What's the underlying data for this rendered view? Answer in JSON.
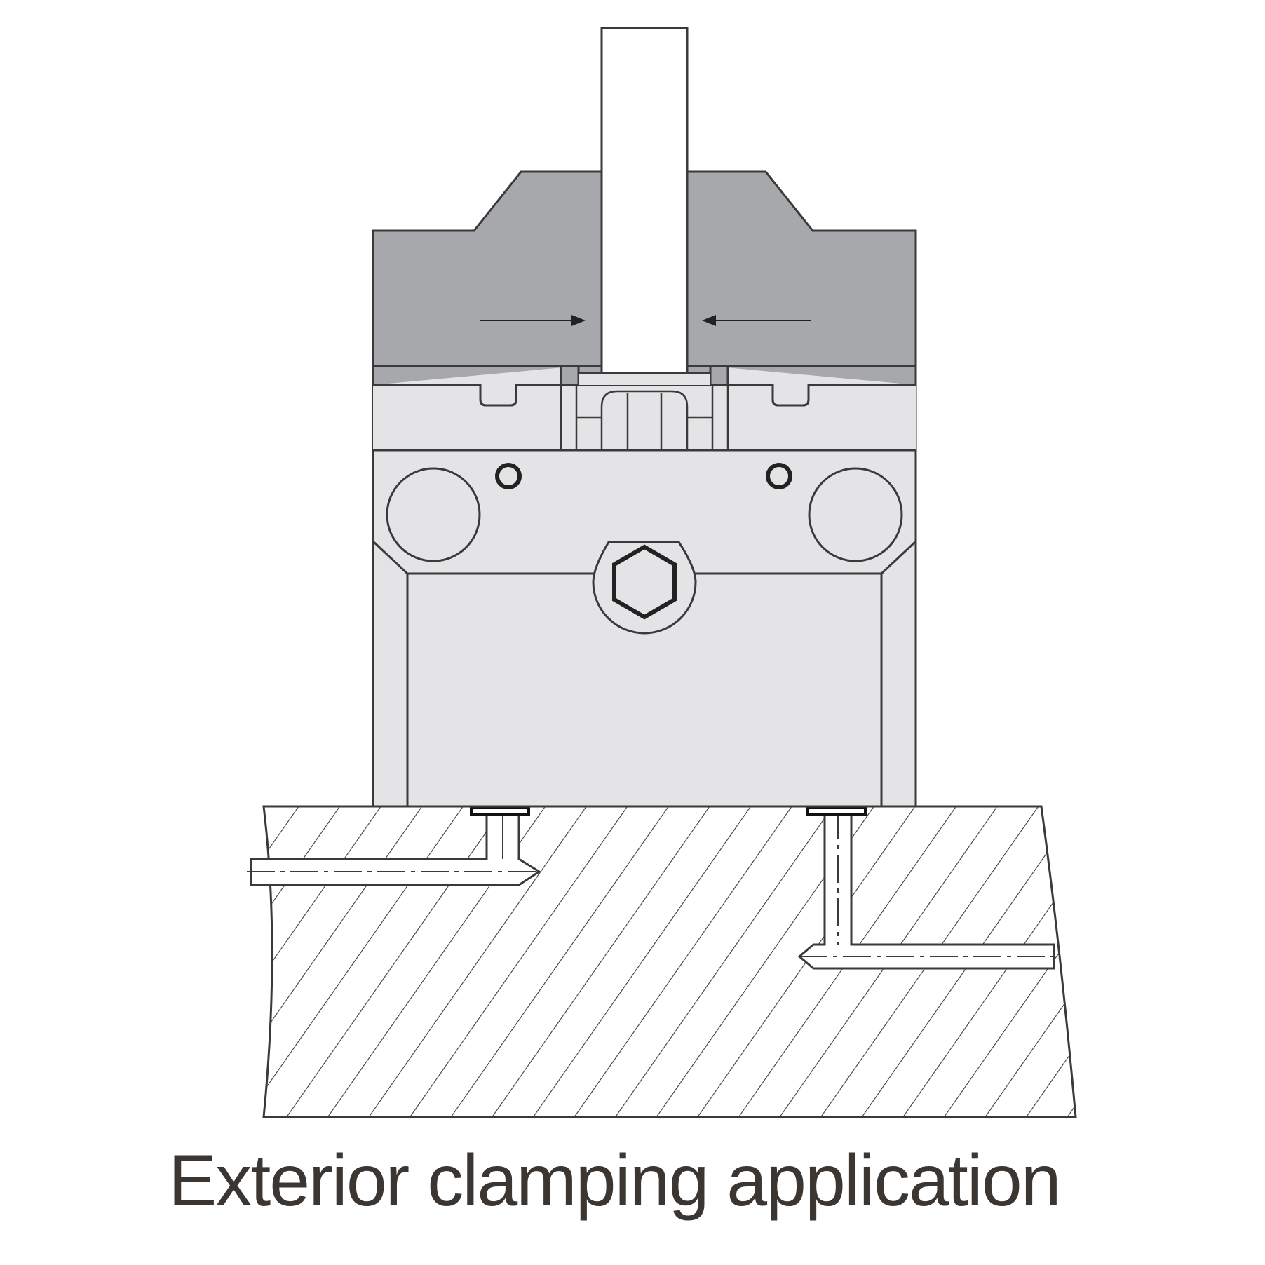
{
  "caption": "Exterior clamping application",
  "colors": {
    "jaw_gray": "#a7a8ab",
    "body_light": "#e4e4e6",
    "line": "#3a3a3a",
    "workpiece": "#ffffff"
  },
  "annotations": {
    "left_arrow": "clamping-force-right",
    "right_arrow": "clamping-force-left"
  }
}
